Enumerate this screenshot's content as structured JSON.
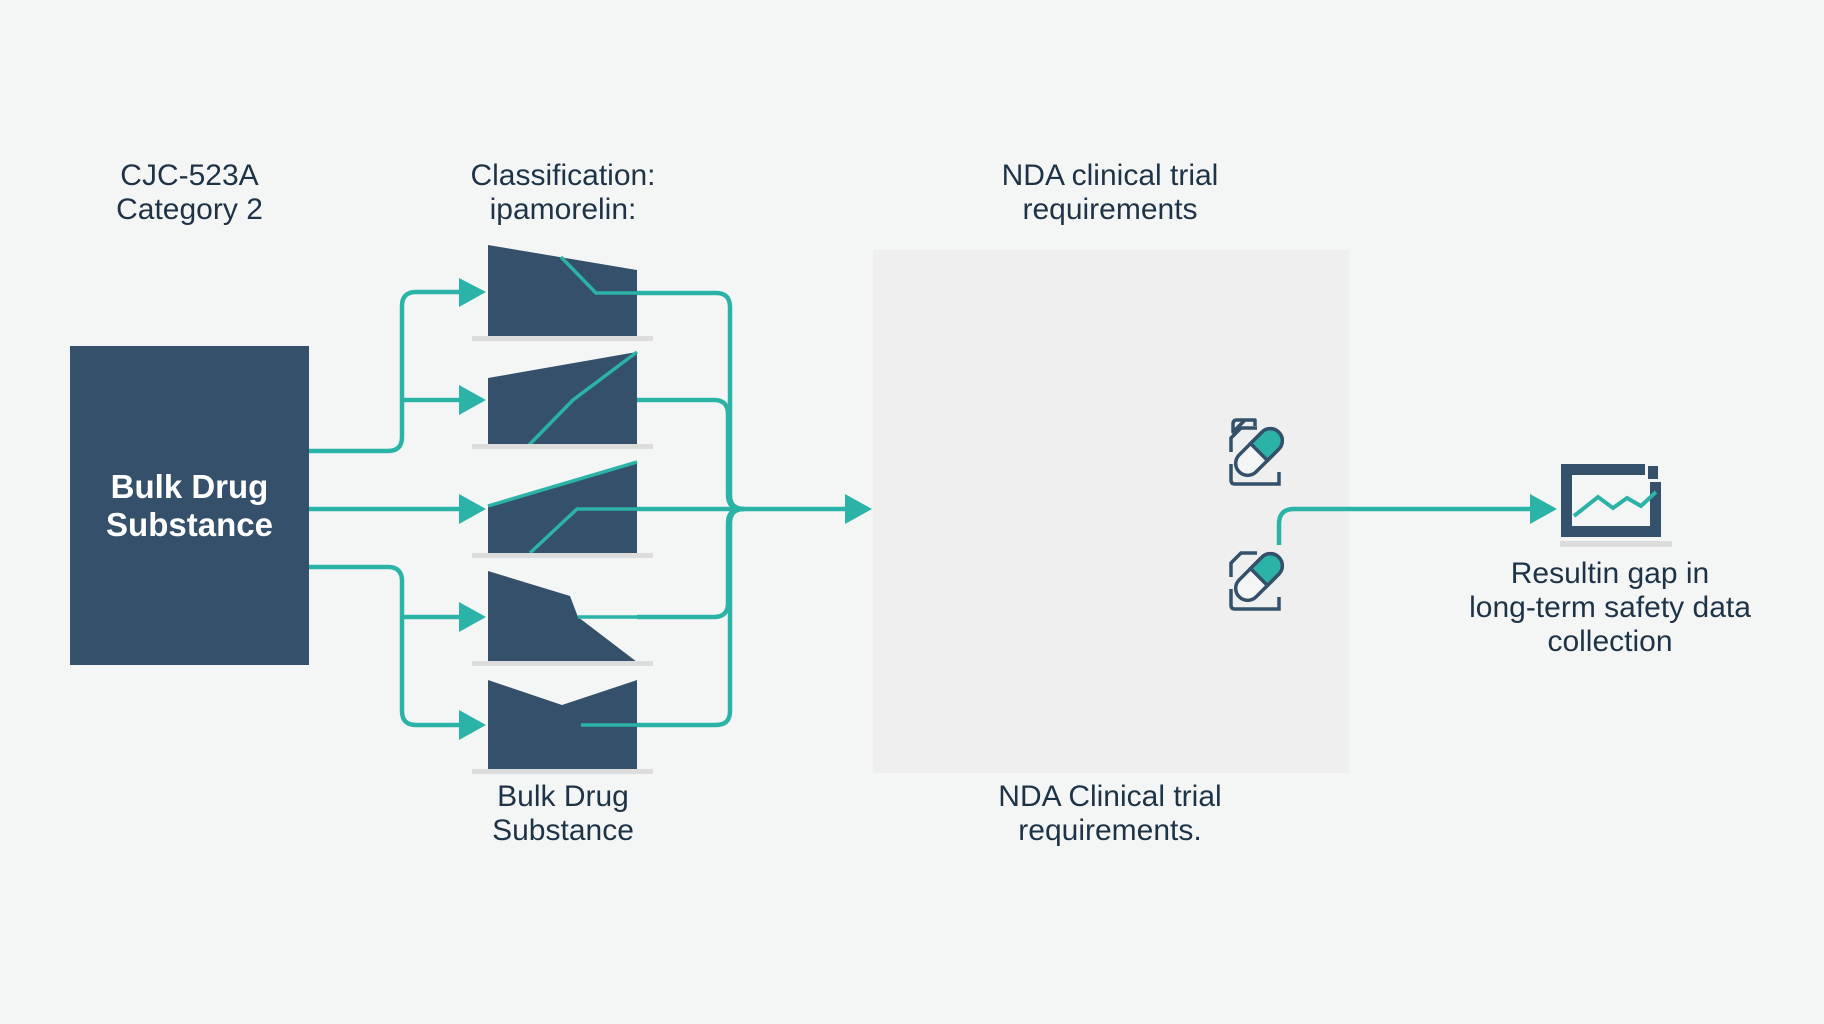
{
  "labels": {
    "source_top": [
      "CJC-523A",
      "Category 2"
    ],
    "classification": [
      "Classification:",
      "ipamorelin:"
    ],
    "nda_top": [
      "NDA clinical trial",
      "requirements"
    ],
    "source_box": [
      "Bulk Drug",
      "Substance"
    ],
    "stack_bottom": [
      "Bulk Drug",
      "Substance"
    ],
    "nda_bottom": [
      "NDA Clinical trial",
      "requirements."
    ],
    "outcome": [
      "Resultin gap in",
      "long-term safety data",
      "collection"
    ]
  },
  "icons": {
    "pill_doc_1": "pill-document-icon",
    "pill_doc_2": "pill-document-icon",
    "monitor": "monitor-chart-icon",
    "classification_shapes": [
      "chart-shape-1-icon",
      "chart-shape-2-icon",
      "chart-shape-3-icon",
      "chart-shape-4-icon",
      "chart-shape-5-icon"
    ]
  },
  "colors": {
    "background": "#f4f6f6",
    "navy": "#34506a",
    "teal": "#2bb3a7",
    "panel": "#efefef",
    "text": "#1f3347",
    "baseline": "#dcdcdc"
  }
}
